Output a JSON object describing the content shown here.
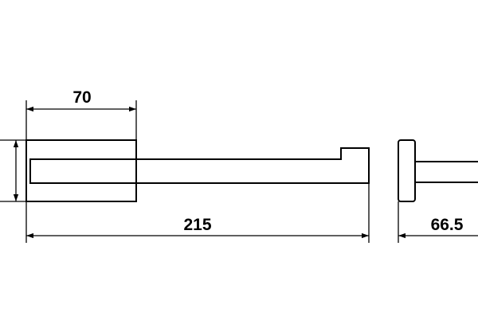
{
  "drawing": {
    "line_color": "#000000",
    "background": "#ffffff",
    "dimensions": {
      "width_70": "70",
      "length_215": "215",
      "depth_66_5": "66.5"
    }
  }
}
